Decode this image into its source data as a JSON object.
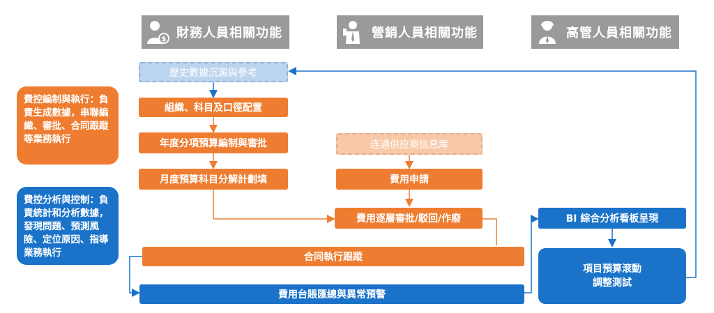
{
  "roles": {
    "finance": {
      "label": "財務人員相關功能",
      "icon": "finance-person-icon"
    },
    "marketing": {
      "label": "營銷人員相關功能",
      "icon": "marketing-person-icon"
    },
    "executive": {
      "label": "高管人員相關功能",
      "icon": "executive-person-icon"
    }
  },
  "side_notes": {
    "cost_control_execution": "費控編制與執行：負責生成數據，串聯編織、審批、合同跟蹤等業務執行",
    "cost_control_analysis": "費控分析與控制：負責統計和分析數據，發現問題、預測風險、定位原因、指導業務執行"
  },
  "nodes": {
    "history": "歷史數據沉澱與參考",
    "org_config": "組織、科目及口徑配置",
    "annual_budget": "年度分項預算編制與審批",
    "monthly_budget": "月度預算科目分解計劃填",
    "supplier_db": "连通供应商信息库",
    "expense_request": "費用申請",
    "approval": "費用逐層審批/駁回/作廢",
    "contract": "合同執行跟蹤",
    "ledger": "費用台賬匯總與異常預警",
    "bi": "BI 綜合分析看板呈現",
    "rolling_1": "項目預算滾動",
    "rolling_2": "調整測試"
  },
  "colors": {
    "orange": "#ee7d31",
    "blue": "#1a73c9",
    "header_gray": "#9a9a9a",
    "dashed_blue": "#bcd5ee",
    "dashed_orange": "#f7c9a8"
  }
}
